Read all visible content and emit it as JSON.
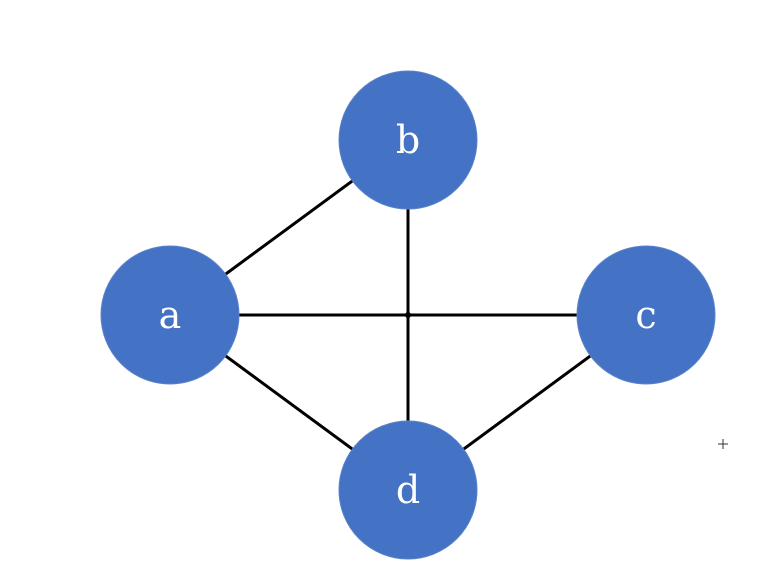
{
  "diagram": {
    "node_color": "#4472c4",
    "edge_color": "#000000",
    "label_color": "#ffffff",
    "nodes": [
      {
        "id": "a",
        "label": "a"
      },
      {
        "id": "b",
        "label": "b"
      },
      {
        "id": "c",
        "label": "c"
      },
      {
        "id": "d",
        "label": "d"
      }
    ],
    "edges": [
      {
        "from": "a",
        "to": "b"
      },
      {
        "from": "a",
        "to": "c"
      },
      {
        "from": "a",
        "to": "d"
      },
      {
        "from": "b",
        "to": "d"
      },
      {
        "from": "c",
        "to": "d"
      }
    ]
  }
}
